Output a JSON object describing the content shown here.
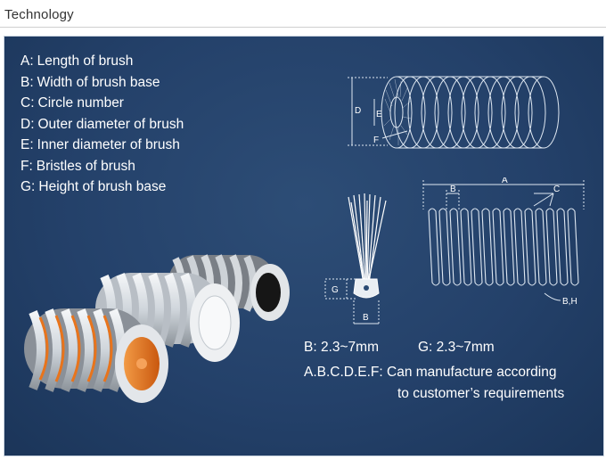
{
  "header": {
    "title": "Technology"
  },
  "legend": [
    {
      "key": "A:",
      "text": "Length of brush"
    },
    {
      "key": "B:",
      "text": "Width of brush base"
    },
    {
      "key": "C:",
      "text": "Circle number"
    },
    {
      "key": "D:",
      "text": "Outer diameter of brush"
    },
    {
      "key": "E:",
      "text": "Inner diameter of brush"
    },
    {
      "key": "F:",
      "text": "Bristles of brush"
    },
    {
      "key": "G:",
      "text": "Height of brush base"
    }
  ],
  "diagram_labels": {
    "d": "D",
    "e": "E",
    "f": "F",
    "a": "A",
    "b": "B",
    "c": "C",
    "bh": "B,H",
    "g": "G",
    "b_base": "B"
  },
  "specs": {
    "b_range": "B: 2.3~7mm",
    "g_range": "G: 2.3~7mm",
    "manufacture_prefix": "A.B.C.D.E.F:",
    "manufacture_line1": "Can manufacture according",
    "manufacture_line2": "to customer’s requirements"
  },
  "colors": {
    "panel": "#24416a",
    "text": "#ffffff",
    "brush_orange": "#e8741c",
    "brush_white": "#e6e9ec",
    "brush_black": "#1a1a1a"
  }
}
